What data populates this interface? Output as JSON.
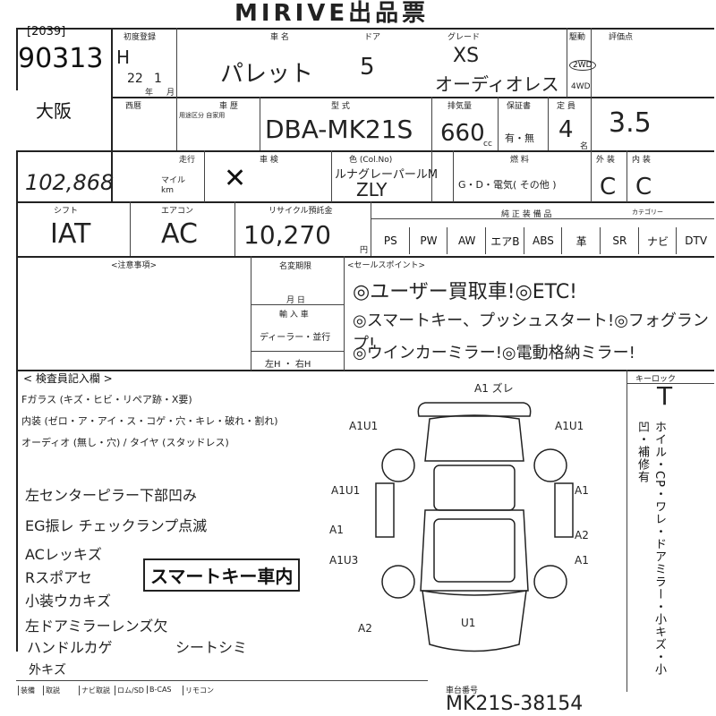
{
  "header": {
    "title": "MIRIVE出品票"
  },
  "lot": {
    "code": "[2039]",
    "number": "90313",
    "location": "大阪"
  },
  "labels": {
    "first_reg": "初度登録",
    "car_name": "車 名",
    "door": "ドア",
    "grade": "グレード",
    "drive": "駆動",
    "rating": "評価点",
    "year_model": "西暦",
    "model_year": "車 歴",
    "model_year_sub": "用途区分 自家用",
    "type": "型 式",
    "displacement": "排気量",
    "warranty": "保証書",
    "capacity": "定 員",
    "mileage_label": "走行",
    "mileage_unit_mile": "マイル",
    "mileage_unit_km": "km",
    "shaken": "車 検",
    "color": "色 (Col.No)",
    "fuel": "燃 料",
    "exterior": "外 装",
    "interior": "内 装",
    "shift": "シフト",
    "aircon": "エアコン",
    "recycle": "リサイクル預託金",
    "genuine_parts": "純 正 装 備 品",
    "category": "カテゴリー",
    "notes": "<注意事項>",
    "name_change": "名変期限",
    "month": "月 日",
    "import": "輸 入 車",
    "dealer": "ディーラー・並行",
    "handle": "左H ・ 右H",
    "sales_points": "<セールスポイント>",
    "inspector": "< 検査員記入欄 >",
    "key_lock": "キーロック",
    "wd_2": "2WD",
    "wd_4": "4WD",
    "year_unit": "年",
    "month_unit": "月",
    "cc_unit": "cc",
    "person_unit": "名",
    "yen_unit": "円",
    "fuel_options": "G・D・電気( その他 )",
    "warranty_options": "有・無",
    "windshield": "Fガラス (キズ・ヒビ・リペア跡・X要)",
    "interior_cond": "内装 (ゼロ・ア・アイ・ス・コゲ・穴・キレ・破れ・割れ)",
    "audio": "オーディオ (無し・穴) / タイヤ (スタッドレス)",
    "bottom_row": [
      "装備",
      "取説",
      "ナビ取説",
      "ロム/SD",
      "B-CAS",
      "リモコン"
    ],
    "frame_no": "車台番号",
    "wheel_note": "ホイル・CP・ワレ・ドアミラー・小キズ・小凹・補修有"
  },
  "values": {
    "era": "H",
    "year": "22",
    "month": "1",
    "car_name": "パレット",
    "doors": "5",
    "grade_line1": "XS",
    "grade_line2": "オーディオレス",
    "type": "DBA-MK21S",
    "displacement": "660",
    "capacity": "4",
    "rating": "3.5",
    "mileage": "102,868",
    "color_name": "ルナグレーパールM",
    "color_code": "ZLY",
    "exterior": "C",
    "interior": "C",
    "shift": "IAT",
    "aircon": "AC",
    "recycle": "10,270",
    "key_lock": "T",
    "frame_no": "MK21S-38154"
  },
  "equipment": [
    "PS",
    "PW",
    "AW",
    "エアB",
    "ABS",
    "革",
    "SR",
    "ナビ",
    "DTV"
  ],
  "sales_points": [
    "◎ユーザー買取車!◎ETC!",
    "◎スマートキー、プッシュスタート!◎フォグランプ!",
    "◎ウインカーミラー!◎電動格納ミラー!"
  ],
  "inspector_notes": [
    "左センターピラー下部凹み",
    "EG振レ チェックランプ点滅",
    "ACレッキズ",
    "Rスポアセ",
    "小装ウカキズ",
    "左ドアミラーレンズ欠",
    "ハンドルカゲ",
    "シートシミ",
    "外キズ"
  ],
  "stamp": "スマートキー車内",
  "diagram_marks": [
    {
      "id": "rear",
      "text": "A1 ズレ"
    },
    {
      "id": "lf1",
      "text": "A1U1"
    },
    {
      "id": "rf1",
      "text": "A1U1"
    },
    {
      "id": "l2",
      "text": "A1U1"
    },
    {
      "id": "r2",
      "text": "A1"
    },
    {
      "id": "l3",
      "text": "A1"
    },
    {
      "id": "r3",
      "text": "A2"
    },
    {
      "id": "l4",
      "text": "A1U3"
    },
    {
      "id": "r4",
      "text": "A1"
    },
    {
      "id": "front",
      "text": "U1"
    },
    {
      "id": "lfront",
      "text": "A2"
    }
  ]
}
